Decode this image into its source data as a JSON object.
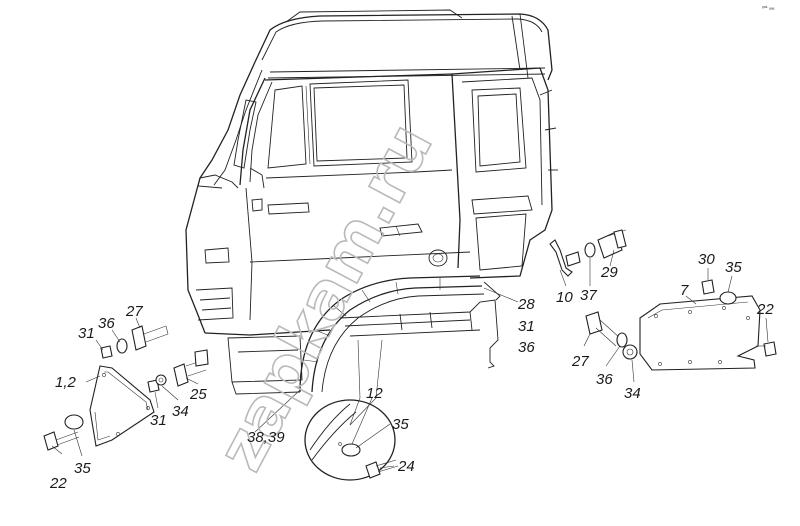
{
  "watermark": "zapkam.ru",
  "corner_mark": "ᵍᵃᵏ ₐₐₐ",
  "callouts": [
    {
      "id": "c-1-2",
      "text": "1,2"
    },
    {
      "id": "c-35a",
      "text": "35"
    },
    {
      "id": "c-22a",
      "text": "22"
    },
    {
      "id": "c-31a",
      "text": "31"
    },
    {
      "id": "c-36a",
      "text": "36"
    },
    {
      "id": "c-27a",
      "text": "27"
    },
    {
      "id": "c-31b",
      "text": "31"
    },
    {
      "id": "c-34a",
      "text": "34"
    },
    {
      "id": "c-25",
      "text": "25"
    },
    {
      "id": "c-38-39",
      "text": "38,39"
    },
    {
      "id": "c-12",
      "text": "12"
    },
    {
      "id": "c-35b",
      "text": "35"
    },
    {
      "id": "c-24",
      "text": "24"
    },
    {
      "id": "c-28",
      "text": "28"
    },
    {
      "id": "c-31c",
      "text": "31"
    },
    {
      "id": "c-36b",
      "text": "36"
    },
    {
      "id": "c-10",
      "text": "10"
    },
    {
      "id": "c-37",
      "text": "37"
    },
    {
      "id": "c-29",
      "text": "29"
    },
    {
      "id": "c-27b",
      "text": "27"
    },
    {
      "id": "c-36c",
      "text": "36"
    },
    {
      "id": "c-34b",
      "text": "34"
    },
    {
      "id": "c-30",
      "text": "30"
    },
    {
      "id": "c-35c",
      "text": "35"
    },
    {
      "id": "c-7",
      "text": "7"
    },
    {
      "id": "c-22b",
      "text": "22"
    }
  ]
}
